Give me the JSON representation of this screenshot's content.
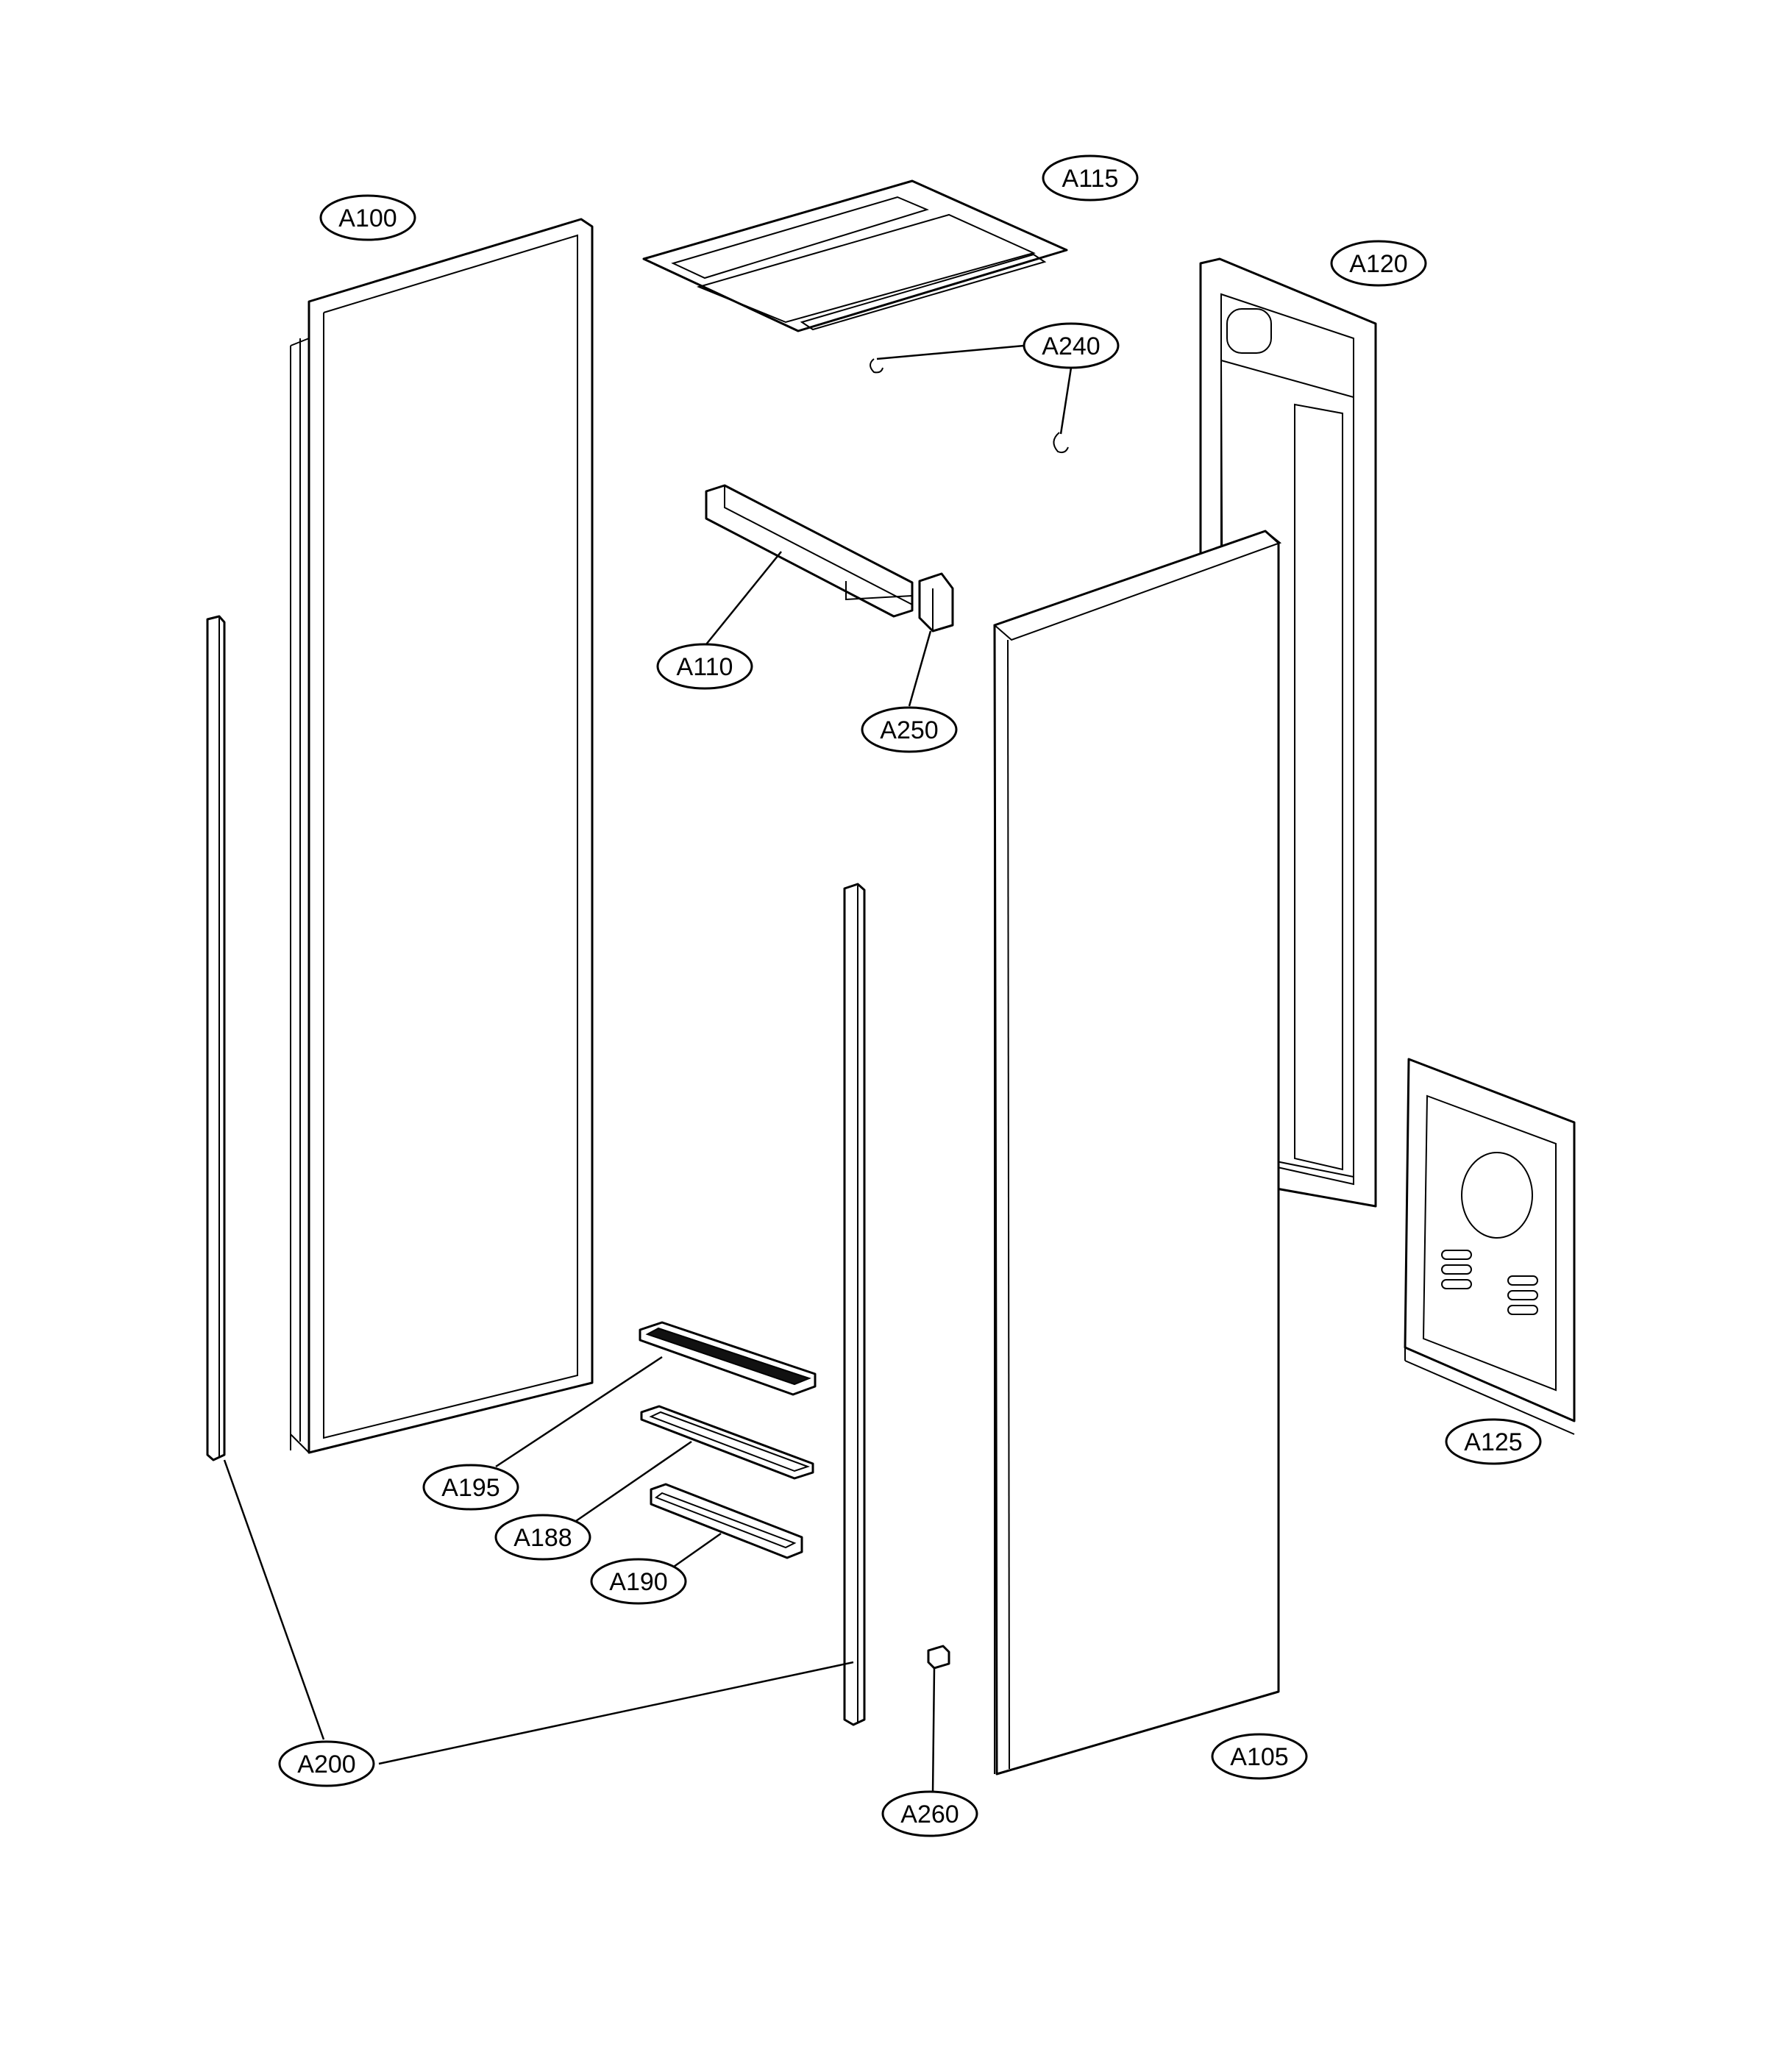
{
  "callouts": [
    {
      "id": "a100",
      "label": "A100"
    },
    {
      "id": "a115",
      "label": "A115"
    },
    {
      "id": "a120",
      "label": "A120"
    },
    {
      "id": "a240",
      "label": "A240"
    },
    {
      "id": "a110",
      "label": "A110"
    },
    {
      "id": "a250",
      "label": "A250"
    },
    {
      "id": "a125",
      "label": "A125"
    },
    {
      "id": "a195",
      "label": "A195"
    },
    {
      "id": "a188",
      "label": "A188"
    },
    {
      "id": "a190",
      "label": "A190"
    },
    {
      "id": "a200",
      "label": "A200"
    },
    {
      "id": "a260",
      "label": "A260"
    },
    {
      "id": "a105",
      "label": "A105"
    }
  ]
}
